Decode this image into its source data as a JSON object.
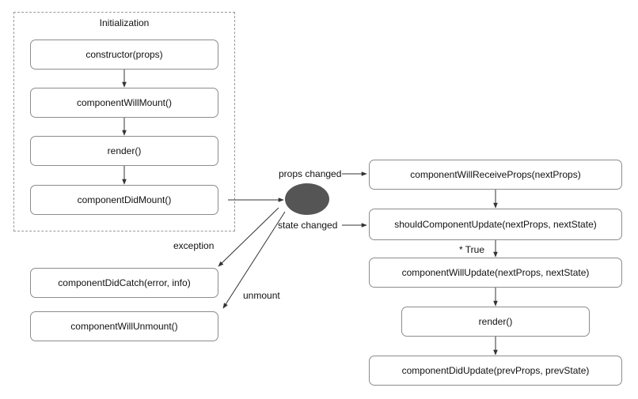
{
  "initialization": {
    "title": "Initialization",
    "constructor": "constructor(props)",
    "will_mount": "componentWillMount()",
    "render": "render()",
    "did_mount": "componentDidMount()"
  },
  "errors": {
    "did_catch": "componentDidCatch(error, info)",
    "will_unmount": "componentWillUnmount()"
  },
  "updating": {
    "will_receive_props": "componentWillReceiveProps(nextProps)",
    "should_update": "shouldComponentUpdate(nextProps, nextState)",
    "will_update": "componentWillUpdate(nextProps, nextState)",
    "render": "render()",
    "did_update": "componentDidUpdate(prevProps, prevState)"
  },
  "edge_labels": {
    "props_changed": "props changed",
    "state_changed": "state changed",
    "exception": "exception",
    "unmount": "unmount",
    "true_label": "* True"
  },
  "colors": {
    "hub": "#555555",
    "border": "#8c8c8c",
    "arrow": "#333333",
    "frame": "#9a9a9a"
  }
}
